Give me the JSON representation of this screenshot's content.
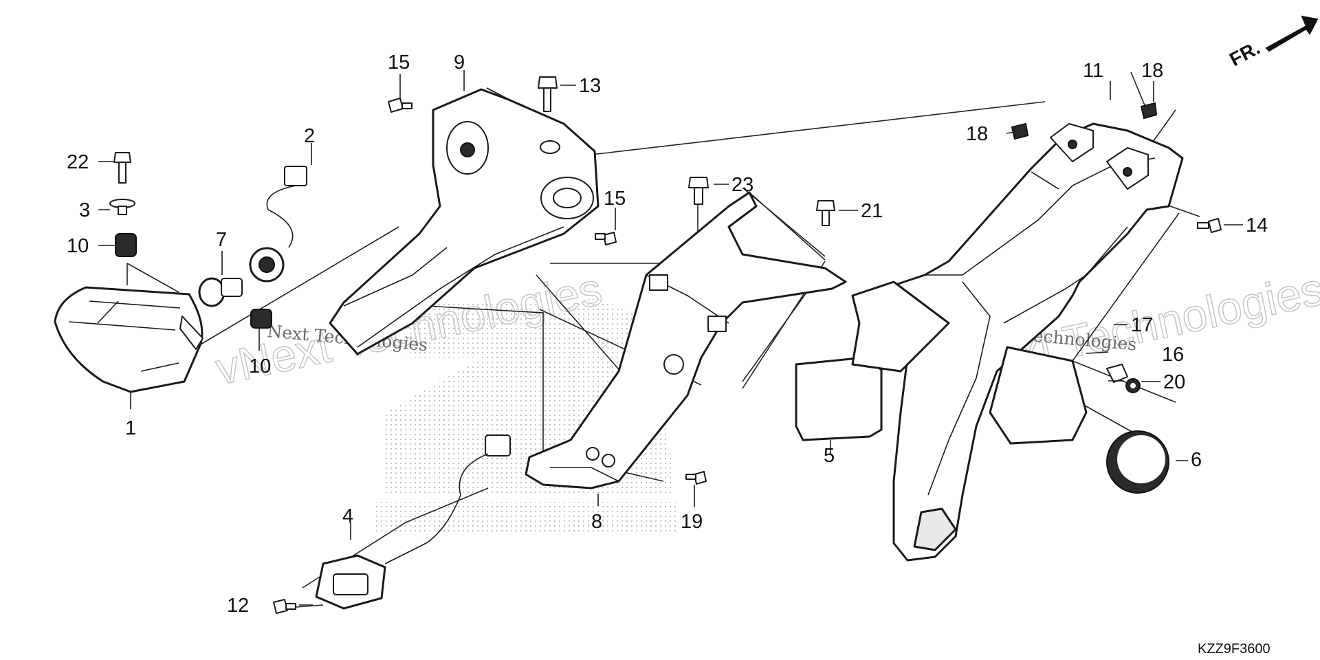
{
  "diagram": {
    "code": "KZZ9F3600",
    "direction_label": "FR.",
    "watermarks": [
      "vNext Technologies",
      "vNext Technologies",
      "Next Technologies",
      "vNext Technologies"
    ],
    "callouts": [
      "1",
      "2",
      "3",
      "4",
      "5",
      "6",
      "7",
      "8",
      "9",
      "10",
      "10",
      "11",
      "12",
      "13",
      "14",
      "15",
      "15",
      "16",
      "17",
      "18",
      "18",
      "19",
      "20",
      "21",
      "22",
      "23"
    ]
  }
}
